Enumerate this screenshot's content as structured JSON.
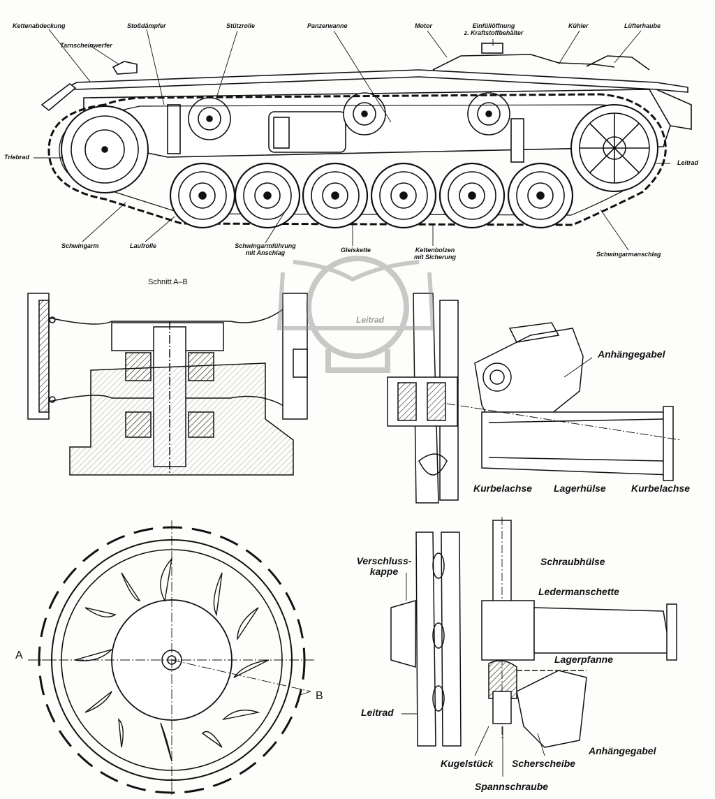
{
  "top_view": {
    "labels": {
      "kettenabdeckung": "Kettenabdeckung",
      "tarnscheinwerfer": "Tarnscheinwerfer",
      "stossdaempfer": "Stoßdämpfer",
      "stuetzrolle": "Stützrolle",
      "panzerwanne": "Panzerwanne",
      "motor": "Motor",
      "einfuell_1": "Einfüllöffnung",
      "einfuell_2": "z. Kraftstoffbehälter",
      "kuehler": "Kühler",
      "luefterhaube": "Lüfterhaube",
      "triebrad": "Triebrad",
      "leitrad": "Leitrad",
      "schwingarm": "Schwingarm",
      "laufrolle": "Laufrolle",
      "schwingarmfuehrung_1": "Schwingarmführung",
      "schwingarmfuehrung_2": "mit Anschlag",
      "gleiskette": "Gleiskette",
      "kettenbolzen_1": "Kettenbolzen",
      "kettenbolzen_2": "mit Sicherung",
      "schwingarmanschlag": "Schwingarmanschlag"
    }
  },
  "section": {
    "title": "Schnitt A–B"
  },
  "middle_right": {
    "labels": {
      "anhaengegabel": "Anhängegabel",
      "kurbelachse_1": "Kurbelachse",
      "lagerhuelse": "Lagerhülse",
      "kurbelachse_2": "Kurbelachse"
    }
  },
  "sprocket": {
    "label_a": "A",
    "label_b": "B"
  },
  "bottom_right": {
    "labels": {
      "verschluss_1": "Verschluss-",
      "verschluss_2": "kappe",
      "schraubhuelse": "Schraubhülse",
      "ledermanschette": "Ledermanschette",
      "lagerpfanne": "Lagerpfanne",
      "leitrad": "Leitrad",
      "anhaengegabel": "Anhängegabel",
      "kugelstueck": "Kugelstück",
      "scherscheibe": "Scherscheibe",
      "spannschraube": "Spannschraube"
    }
  },
  "watermark": {
    "text": "Leitrad"
  },
  "colors": {
    "ink": "#111111",
    "paper": "#fdfdfb",
    "watermark": "#9a9a9a"
  }
}
